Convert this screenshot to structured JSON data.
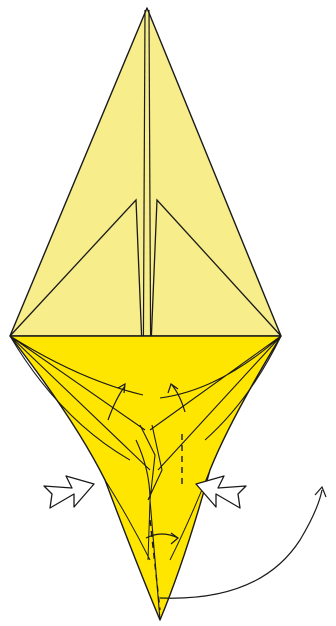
{
  "diagram": {
    "type": "origami-step",
    "colors": {
      "paper_front": "#f7ed8a",
      "paper_back": "#ffe600",
      "line": "#1a1a1a",
      "background": "#ffffff"
    },
    "icons": [
      "push-in-arrow",
      "fold-direction-arrow",
      "valley-fold-line",
      "curved-leader-arrow"
    ]
  }
}
